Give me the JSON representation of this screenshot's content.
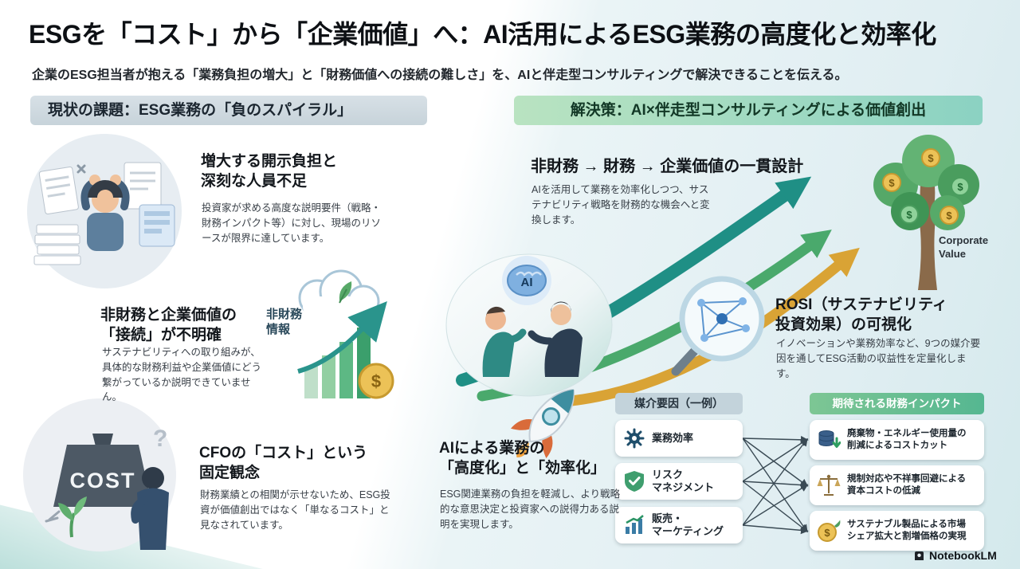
{
  "header": {
    "title": "ESGを「コスト」から「企業価値」へ：AI活用によるESG業務の高度化と効率化",
    "subtitle": "企業のESG担当者が抱える「業務負担の増大」と「財務価値への接続の難しさ」を、AIと伴走型コンサルティングで解決できることを伝える。"
  },
  "symbols": {
    "dollar": "$",
    "question": "?"
  },
  "problem_section": {
    "header": "現状の課題：ESG業務の「負のスパイラル」",
    "items": [
      {
        "title": "増大する開示負担と\n深刻な人員不足",
        "body": "投資家が求める高度な説明要件（戦略・財務インパクト等）に対し、現場のリソースが限界に達しています。"
      },
      {
        "title": "非財務と企業価値の\n「接続」が不明確",
        "body": "サステナビリティへの取り組みが、具体的な財務利益や企業価値にどう繋がっているか説明できていません。",
        "illustration_label": "非財務情報"
      },
      {
        "title": "CFOの「コスト」という\n固定観念",
        "body": "財務業績との相関が示せないため、ESG投資が価値創出ではなく「単なるコスト」と見なされています。",
        "illustration_label": "COST"
      }
    ]
  },
  "solution_section": {
    "header": "解決策：AI×伴走型コンサルティングによる価値創出",
    "ai_label": "AI",
    "tree_label": "Corporate Value",
    "items": [
      {
        "title": "非財務 → 財務 → 企業価値の一貫設計",
        "body": "AIを活用して業務を効率化しつつ、サステナビリティ戦略を財務的な機会へと変換します。"
      },
      {
        "title": "ROSI（サステナビリティ\n投資効果）の可視化",
        "body": "イノベーションや業務効率など、9つの媒介要因を通してESG活動の収益性を定量化します。"
      },
      {
        "title": "AIによる業務の\n「高度化」と「効率化」",
        "body": "ESG関連業務の負担を軽減し、より戦略的な意思決定と投資家への説得力ある説明を実現します。"
      }
    ],
    "mediators": {
      "header": "媒介要因（一例）",
      "items": [
        {
          "label": "業務効率"
        },
        {
          "label": "リスク\nマネジメント"
        },
        {
          "label": "販売・\nマーケティング"
        }
      ]
    },
    "impacts": {
      "header": "期待される財務インパクト",
      "items": [
        {
          "label": "廃棄物・エネルギー使用量の\n削減によるコストカット"
        },
        {
          "label": "規制対応や不祥事回避による\n資本コストの低減"
        },
        {
          "label": "サステナブル製品による市場\nシェア拡大と割増価格の実現"
        }
      ]
    }
  },
  "footer": {
    "brand": "NotebookLM"
  }
}
